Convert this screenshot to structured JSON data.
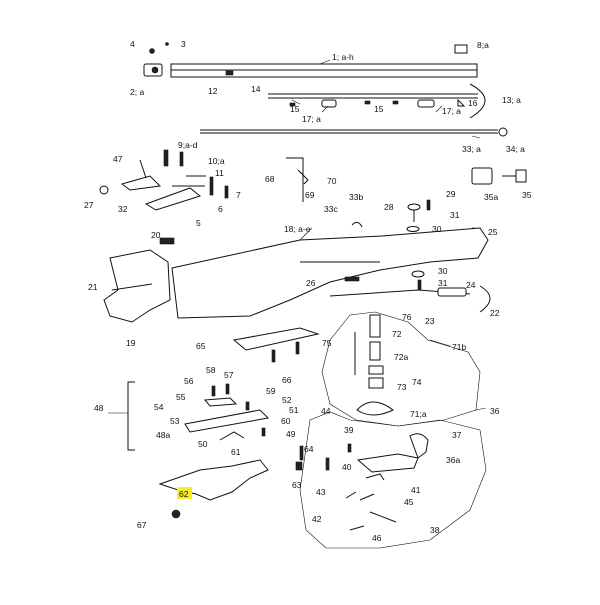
{
  "highlight_color": "#f6ee2a",
  "labels": {
    "l1": "1; a-h",
    "l2": "2; a",
    "l3": "3",
    "l4": "4",
    "l8": "8;a",
    "l12": "12",
    "l13": "13; a",
    "l14": "14",
    "l15a": "15",
    "l15b": "15",
    "l16": "16",
    "l17a": "17; a",
    "l17b": "17; a",
    "l33": "33; a",
    "l34": "34; a",
    "l9": "9;a-d",
    "l47": "47",
    "l10": "10;a",
    "l11": "11",
    "l7": "7",
    "l27": "27",
    "l32": "32",
    "l5": "5",
    "l6": "6",
    "l68": "68",
    "l70": "70",
    "l69": "69",
    "l29": "29",
    "l35a": "35a",
    "l35": "35",
    "l28": "28",
    "l33b": "33b",
    "l33c": "33c",
    "l31a": "31",
    "l30a": "30",
    "l25": "25",
    "l20": "20",
    "l18": "18; a-e",
    "l21": "21",
    "l19": "19",
    "l30b": "30",
    "l31b": "31",
    "l26": "26",
    "l24": "24",
    "l22": "22",
    "l23": "23",
    "l76": "76",
    "l72": "72",
    "l75": "75",
    "l72a": "72a",
    "l71b": "71b",
    "l74": "74",
    "l73": "73",
    "l71a": "71;a",
    "l65": "65",
    "l66": "66",
    "l58": "58",
    "l57": "57",
    "l56": "56",
    "l59": "59",
    "l55": "55",
    "l52": "52",
    "l48": "48",
    "l54": "54",
    "l51": "51",
    "l53": "53",
    "l60": "60",
    "l48a": "48a",
    "l49": "49",
    "l50": "50",
    "l61": "61",
    "l44": "44",
    "l36": "36",
    "l39": "39",
    "l37": "37",
    "l64": "64",
    "l40": "40",
    "l36a": "36a",
    "l63": "63",
    "l43": "43",
    "l41": "41",
    "l45": "45",
    "l42": "42",
    "l38": "38",
    "l46": "46",
    "l62": "62",
    "l67": "67"
  }
}
